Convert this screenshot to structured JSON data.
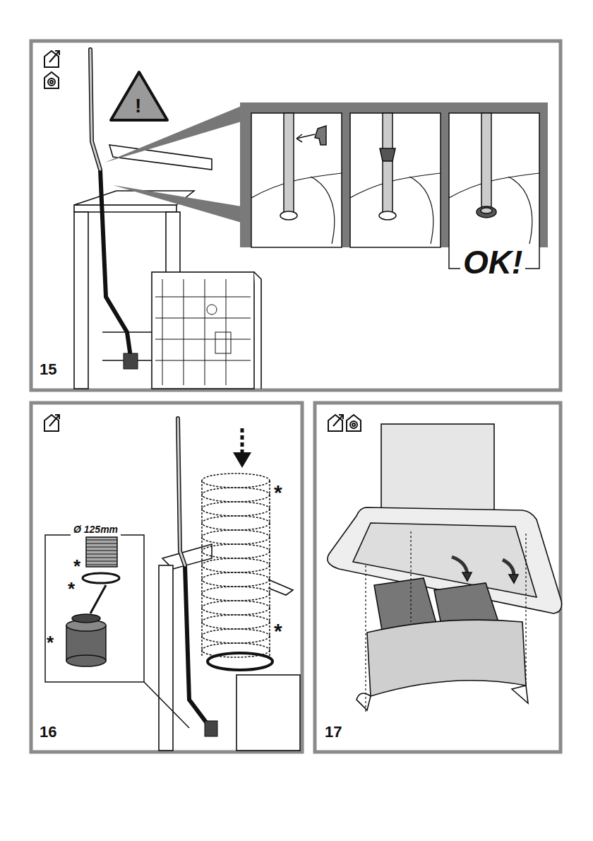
{
  "diagram": {
    "labels": [
      "15",
      "!",
      "OK!",
      "16",
      "Ø 125mm",
      "*",
      "*",
      "*",
      "*",
      "*",
      "17"
    ]
  }
}
